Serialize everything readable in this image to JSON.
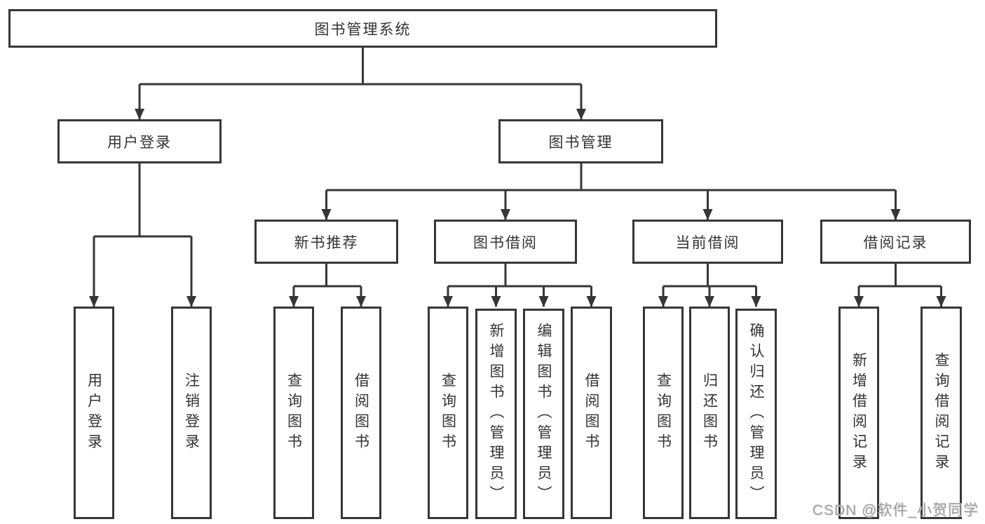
{
  "diagram": {
    "title": "图书管理系统",
    "children": [
      {
        "label": "用户登录",
        "leaves": [
          "用户登录",
          "注销登录"
        ]
      },
      {
        "label": "图书管理",
        "groups": [
          {
            "label": "新书推荐",
            "leaves": [
              "查询图书",
              "借阅图书"
            ]
          },
          {
            "label": "图书借阅",
            "leaves": [
              "查询图书",
              "新增图书（管理员）",
              "编辑图书（管理员）",
              "借阅图书"
            ]
          },
          {
            "label": "当前借阅",
            "leaves": [
              "查询图书",
              "归还图书",
              "确认归还（管理员）"
            ]
          },
          {
            "label": "借阅记录",
            "leaves": [
              "新增借阅记录",
              "查询借阅记录"
            ]
          }
        ]
      }
    ]
  },
  "watermark": "CSDN @软件_小贺同学",
  "colors": {
    "line": "#363636",
    "text": "#333333",
    "watermark": "#a0a0a0",
    "background": "#ffffff"
  }
}
